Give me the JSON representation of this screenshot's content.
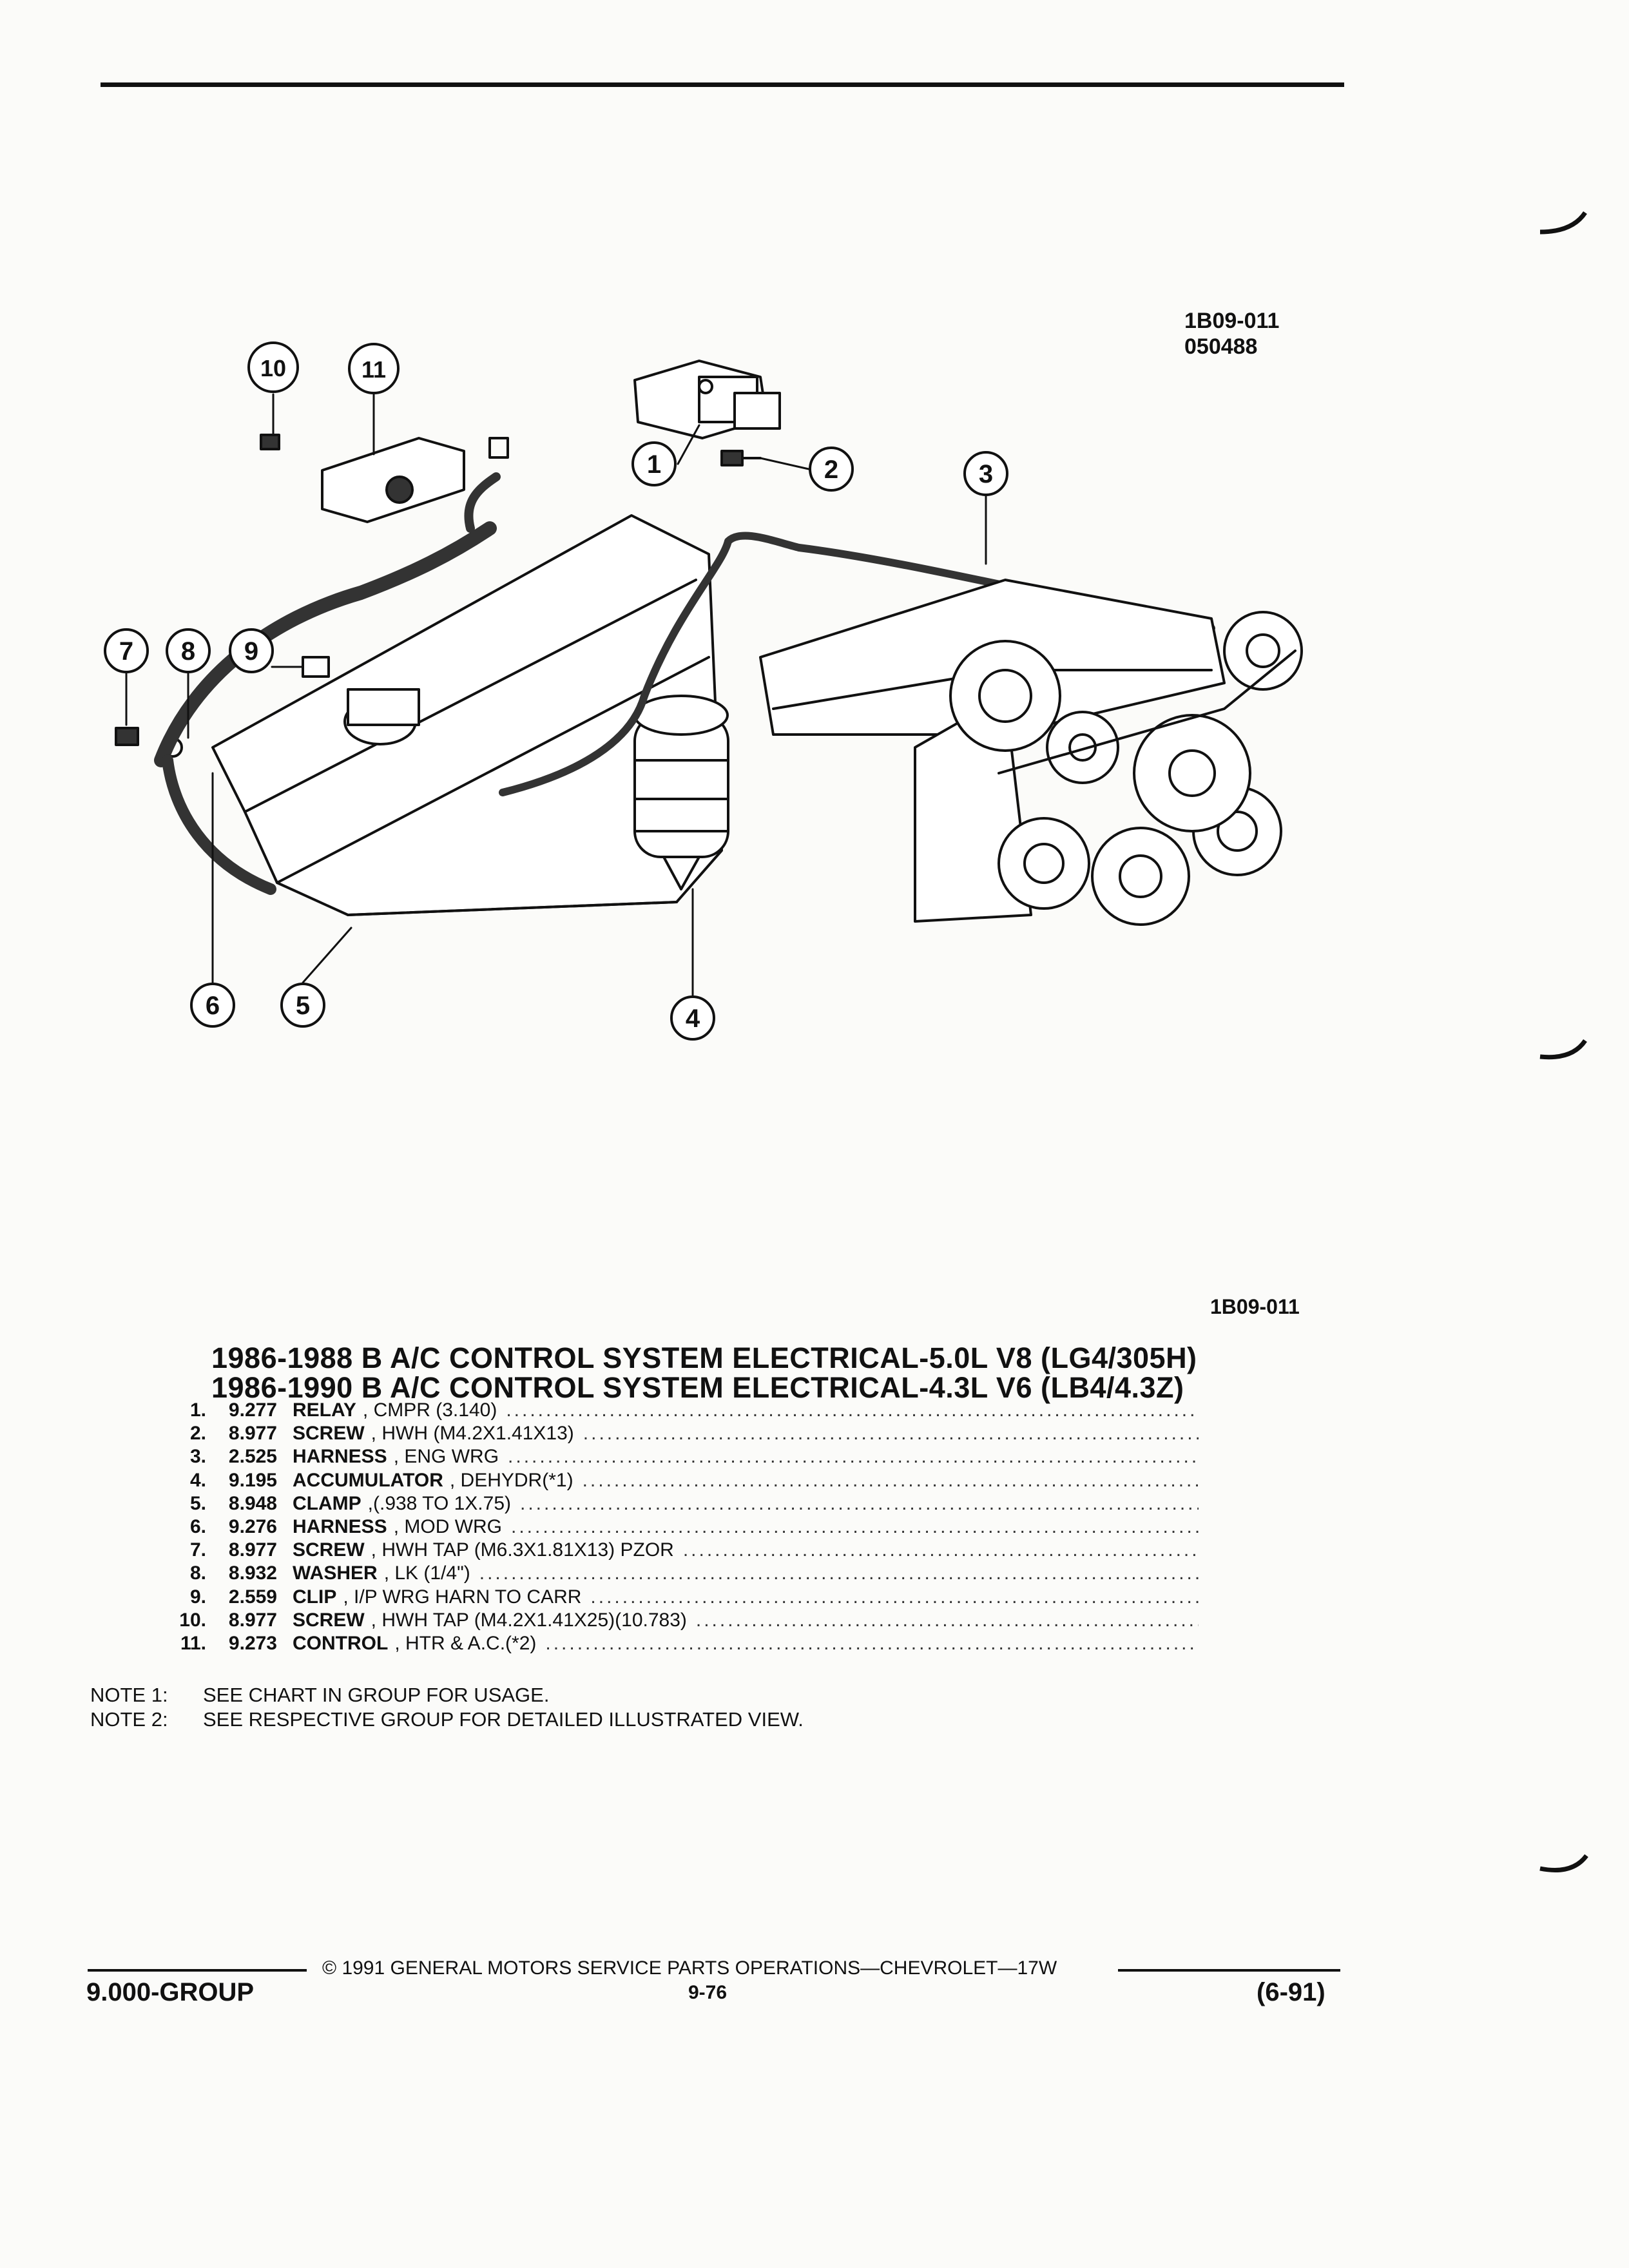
{
  "header": {
    "illustration_id": "1B09-011",
    "illustration_date": "050488"
  },
  "diagram": {
    "callouts": [
      "1",
      "2",
      "3",
      "4",
      "5",
      "6",
      "7",
      "8",
      "9",
      "10",
      "11"
    ]
  },
  "figure_code": "1B09-011",
  "titles": [
    "1986-1988 B A/C CONTROL SYSTEM ELECTRICAL-5.0L V8 (LG4/305H)",
    "1986-1990 B A/C CONTROL SYSTEM ELECTRICAL-4.3L V6 (LB4/4.3Z)"
  ],
  "parts": [
    {
      "num": "1.",
      "code": "9.277",
      "name": "RELAY",
      "desc": ", CMPR (3.140)"
    },
    {
      "num": "2.",
      "code": "8.977",
      "name": "SCREW",
      "desc": ", HWH (M4.2X1.41X13)"
    },
    {
      "num": "3.",
      "code": "2.525",
      "name": "HARNESS",
      "desc": ", ENG WRG"
    },
    {
      "num": "4.",
      "code": "9.195",
      "name": "ACCUMULATOR",
      "desc": ", DEHYDR(*1)"
    },
    {
      "num": "5.",
      "code": "8.948",
      "name": "CLAMP",
      "desc": ",(.938 TO 1X.75)"
    },
    {
      "num": "6.",
      "code": "9.276",
      "name": "HARNESS",
      "desc": ", MOD WRG"
    },
    {
      "num": "7.",
      "code": "8.977",
      "name": "SCREW",
      "desc": ", HWH TAP (M6.3X1.81X13) PZOR"
    },
    {
      "num": "8.",
      "code": "8.932",
      "name": "WASHER",
      "desc": ", LK (1/4\")"
    },
    {
      "num": "9.",
      "code": "2.559",
      "name": "CLIP",
      "desc": ", I/P WRG HARN TO CARR"
    },
    {
      "num": "10.",
      "code": "8.977",
      "name": "SCREW",
      "desc": ", HWH TAP (M4.2X1.41X25)(10.783)"
    },
    {
      "num": "11.",
      "code": "9.273",
      "name": "CONTROL",
      "desc": ", HTR & A.C.(*2)"
    }
  ],
  "notes": [
    {
      "label": "NOTE 1:",
      "text": "SEE CHART IN GROUP FOR USAGE."
    },
    {
      "label": "NOTE 2:",
      "text": "SEE RESPECTIVE GROUP FOR DETAILED ILLUSTRATED VIEW."
    }
  ],
  "footer": {
    "copyright": "© 1991 GENERAL MOTORS SERVICE PARTS OPERATIONS—CHEVROLET—17W",
    "group": "9.000-GROUP",
    "page": "9-76",
    "date": "(6-91)"
  }
}
